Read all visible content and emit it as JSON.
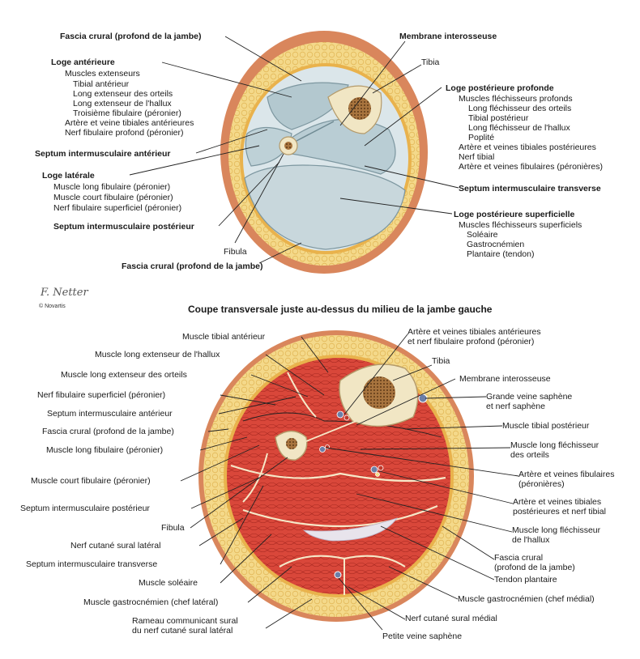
{
  "colors": {
    "fat": "#f4d98a",
    "fascia": "#e9b24c",
    "skin": "#d9865c",
    "muscle": "#d9473a",
    "muscle_dark": "#b52d25",
    "compartment": "#c9d8de",
    "bone": "#f1e6c4",
    "marrow": "#8a5a2b"
  },
  "top": {
    "labels": [
      "Fascia crural (profond de la jambe)",
      "Membrane interosseuse",
      "Tibia",
      "Loge antérieure",
      "Muscles extenseurs",
      "Tibial antérieur",
      "Long extenseur des orteils",
      "Long extenseur de l'hallux",
      "Troisième fibulaire (péronier)",
      "Artère et veine tibiales antérieures",
      "Nerf fibulaire profond (péronier)",
      "Loge postérieure profonde",
      "Muscles fléchisseurs profonds",
      "Long fléchisseur des orteils",
      "Tibial postérieur",
      "Long fléchisseur de l'hallux",
      "Poplité",
      "Artère et veines tibiales postérieures",
      "Nerf tibial",
      "Artère et veines fibulaires (péronières)",
      "Septum intermusculaire antérieur",
      "Loge latérale",
      "Muscle long fibulaire (péronier)",
      "Muscle court fibulaire (péronier)",
      "Nerf fibulaire superficiel (péronier)",
      "Septum intermusculaire transverse",
      "Septum intermusculaire postérieur",
      "Loge postérieure superficielle",
      "Muscles fléchisseurs superficiels",
      "Soléaire",
      "Gastrocnémien",
      "Plantaire (tendon)",
      "Fibula",
      "Fascia crural (profond de la jambe)"
    ]
  },
  "signature": "F. Netter",
  "copyright": "© Novartis",
  "bottom": {
    "title": "Coupe transversale juste au-dessus du milieu de la jambe gauche",
    "left_labels": [
      "Muscle tibial antérieur",
      "Muscle long extenseur de l'hallux",
      "Muscle long extenseur des orteils",
      "Nerf fibulaire superficiel (péronier)",
      "Septum intermusculaire antérieur",
      "Fascia crural (profond de la jambe)",
      "Muscle long fibulaire (péronier)",
      "Muscle court fibulaire (péronier)",
      "Septum intermusculaire postérieur",
      "Fibula",
      "Nerf cutané sural latéral",
      "Septum intermusculaire transverse",
      "Muscle soléaire",
      "Muscle gastrocnémien (chef latéral)",
      "Rameau communicant sural",
      "du nerf cutané sural latéral"
    ],
    "right_labels": [
      "Artère et veines tibiales antérieures",
      "et nerf fibulaire profond (péronier)",
      "Tibia",
      "Membrane interosseuse",
      "Grande veine saphène",
      "et nerf saphène",
      "Muscle tibial postérieur",
      "Muscle long fléchisseur",
      "des orteils",
      "Artère et veines fibulaires",
      "(péronières)",
      "Artère et veines tibiales",
      "postérieures et nerf tibial",
      "Muscle long fléchisseur",
      "de l'hallux",
      "Fascia crural",
      "(profond de la jambe)",
      "Tendon plantaire",
      "Muscle gastrocnémien (chef médial)",
      "Nerf cutané sural médial",
      "Petite veine saphène"
    ]
  }
}
